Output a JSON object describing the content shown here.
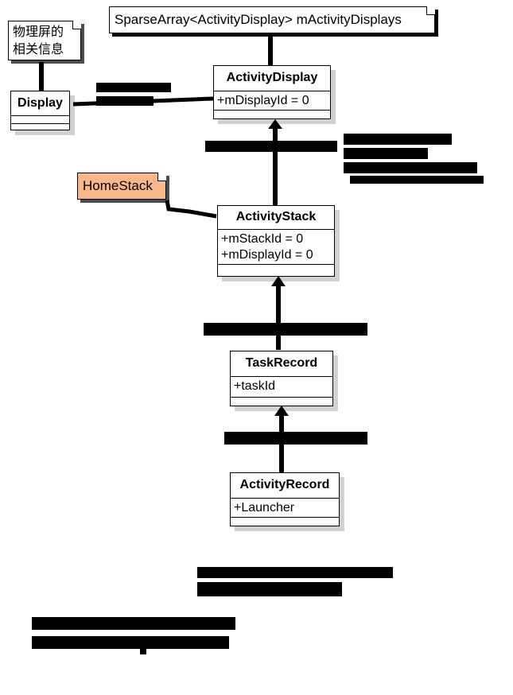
{
  "notes": {
    "sparse_array": "SparseArray<ActivityDisplay> mActivityDisplays",
    "physical_screen_line1": "物理屏的",
    "physical_screen_line2": "相关信息",
    "home_stack": "HomeStack"
  },
  "classes": {
    "display": {
      "name": "Display"
    },
    "activity_display": {
      "name": "ActivityDisplay",
      "attrs": [
        "+mDisplayId = 0"
      ]
    },
    "activity_stack": {
      "name": "ActivityStack",
      "attrs": [
        "+mStackId = 0",
        "+mDisplayId = 0"
      ]
    },
    "task_record": {
      "name": "TaskRecord",
      "attrs": [
        "+taskId"
      ]
    },
    "activity_record": {
      "name": "ActivityRecord",
      "attrs": [
        "+Launcher"
      ]
    }
  },
  "colors": {
    "home_stack_fill": "#f9b88b",
    "line": "#000000",
    "shadow": "#cccccc"
  }
}
